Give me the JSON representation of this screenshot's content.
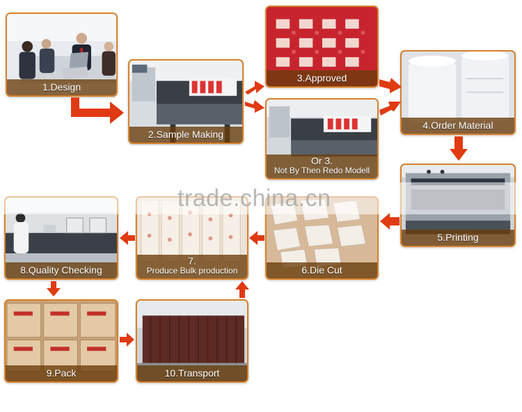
{
  "steps": [
    {
      "id": "design",
      "label": "1.Design"
    },
    {
      "id": "sample",
      "label": "2.Sample  Making"
    },
    {
      "id": "approved",
      "label": "3.Approved"
    },
    {
      "id": "redo",
      "label_line1": "Or 3.",
      "label_line2": "Not By Then Redo Modell"
    },
    {
      "id": "order",
      "label": "4.Order  Material"
    },
    {
      "id": "printing",
      "label": "5.Printing"
    },
    {
      "id": "diecut",
      "label": "6.Die  Cut"
    },
    {
      "id": "bulk",
      "label_line1": "7.",
      "label_line2": "Produce  Bulk  production"
    },
    {
      "id": "quality",
      "label": "8.Quality  Checking"
    },
    {
      "id": "pack",
      "label": "9.Pack"
    },
    {
      "id": "transport",
      "label": "10.Transport"
    }
  ],
  "watermark": "trade.china.cn",
  "colors": {
    "arrow": "#e03a12",
    "card_border": "#d9822b",
    "caption_bg": "#693c0a"
  }
}
